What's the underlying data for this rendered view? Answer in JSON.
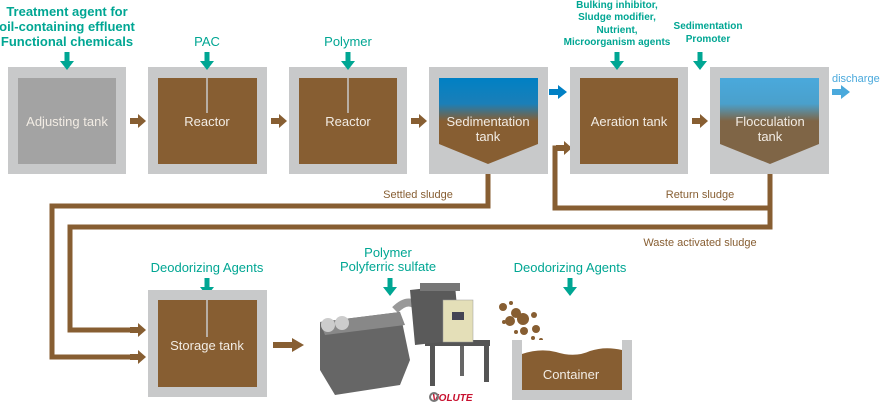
{
  "colors": {
    "chemical_arrow": "#00a693",
    "sludge": "#875e32",
    "tank_wall": "#c8c9ca",
    "water": "#0080c4",
    "clear_water": "#4aa9dc"
  },
  "chemicals": {
    "adjusting": [
      "Treatment agent for",
      "oil-containing effluent",
      "Functional chemicals"
    ],
    "reactor1": "PAC",
    "reactor2": "Polymer",
    "aeration": [
      "Bulking inhibitor,",
      "Sludge modifier,",
      "Nutrient,",
      "Microorganism agents"
    ],
    "flocculation": [
      "Sedimentation",
      "Promoter"
    ],
    "storage": "Deodorizing Agents",
    "dewatering": [
      "Polymer",
      "Polyferric sulfate"
    ],
    "container": "Deodorizing Agents"
  },
  "tanks": {
    "adjusting": "Adjusting tank",
    "reactor1": "Reactor",
    "reactor2": "Reactor",
    "sedimentation": [
      "Sedimentation",
      "tank"
    ],
    "aeration": "Aeration tank",
    "flocculation": [
      "Flocculation",
      "tank"
    ],
    "storage": "Storage tank",
    "container": "Container"
  },
  "flows": {
    "discharge": "discharge",
    "settled_sludge": "Settled sludge",
    "return_sludge": "Return sludge",
    "waste_activated_sludge": "Waste activated sludge"
  },
  "machine": {
    "logo": "VOLUTE"
  }
}
